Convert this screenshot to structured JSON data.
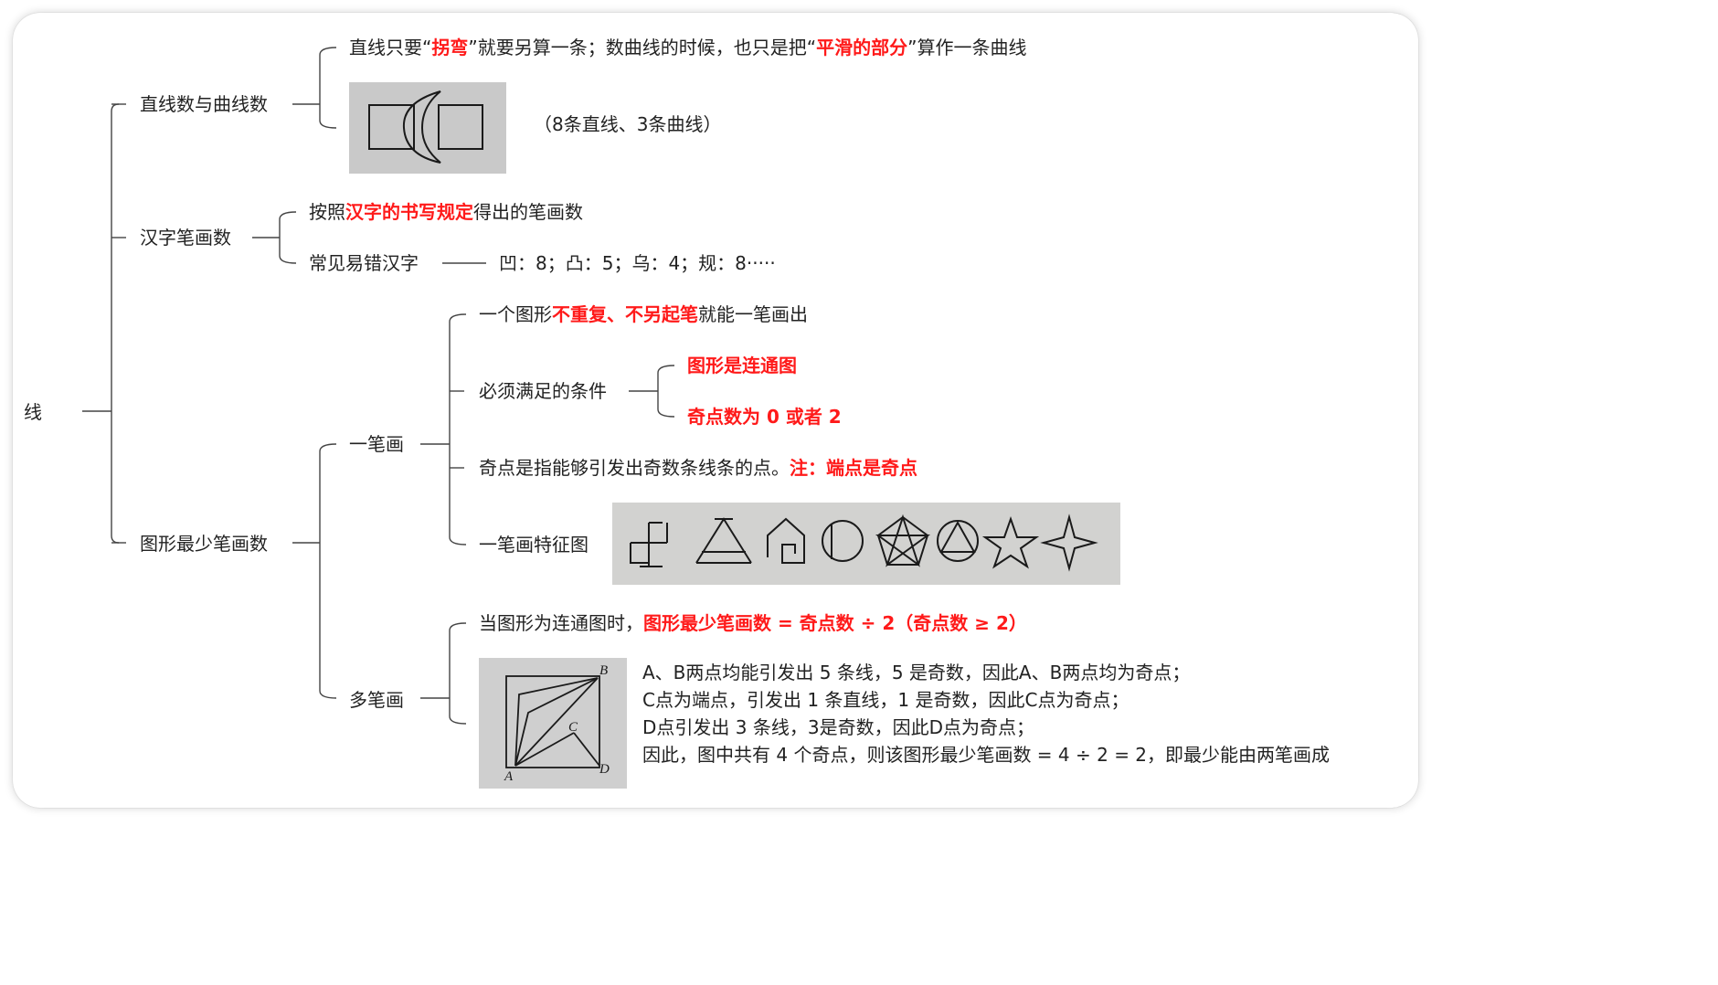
{
  "root": "线",
  "n1": {
    "label": "直线数与曲线数",
    "text_a": "直线只要“",
    "text_b": "拐弯",
    "text_c": "”就要另算一条；数曲线的时候，也只是把“",
    "text_d": "平滑的部分",
    "text_e": "”算作一条曲线",
    "caption": "（8条直线、3条曲线）"
  },
  "n2": {
    "label": "汉字笔画数",
    "rule_a": "按照",
    "rule_b": "汉字的书写规定",
    "rule_c": "得出的笔画数",
    "common": "常见易错汉字",
    "examples": "凹：8；凸：5；乌：4；规：8·····"
  },
  "n3": {
    "label": "图形最少笔画数",
    "one": {
      "label": "一笔画",
      "def_a": "一个图形",
      "def_b": "不重复、不另起笔",
      "def_c": "就能一笔画出",
      "cond": "必须满足的条件",
      "cond1": "图形是连通图",
      "cond2": "奇点数为 0 或者 2",
      "odd_a": "奇点是指能够引发出奇数条线条的点。",
      "odd_b": "注：端点是奇点",
      "feature": "一笔画特征图"
    },
    "multi": {
      "label": "多笔画",
      "rule_a": "当图形为连通图时，",
      "rule_b": "图形最少笔画数 = 奇点数 ÷ 2（奇点数 ≥ 2）",
      "fig_labels": {
        "a": "A",
        "b": "B",
        "c": "C",
        "d": "D"
      },
      "explain": [
        "A、B两点均能引发出 5 条线，5 是奇数，因此A、B两点均为奇点；",
        "C点为端点，引发出 1 条直线，1 是奇数，因此C点为奇点；",
        "D点引发出 3 条线，3是奇数，因此D点为奇点；",
        "因此，图中共有 4 个奇点，则该图形最少笔画数 = 4 ÷ 2 = 2，即最少能由两笔画成"
      ]
    }
  }
}
